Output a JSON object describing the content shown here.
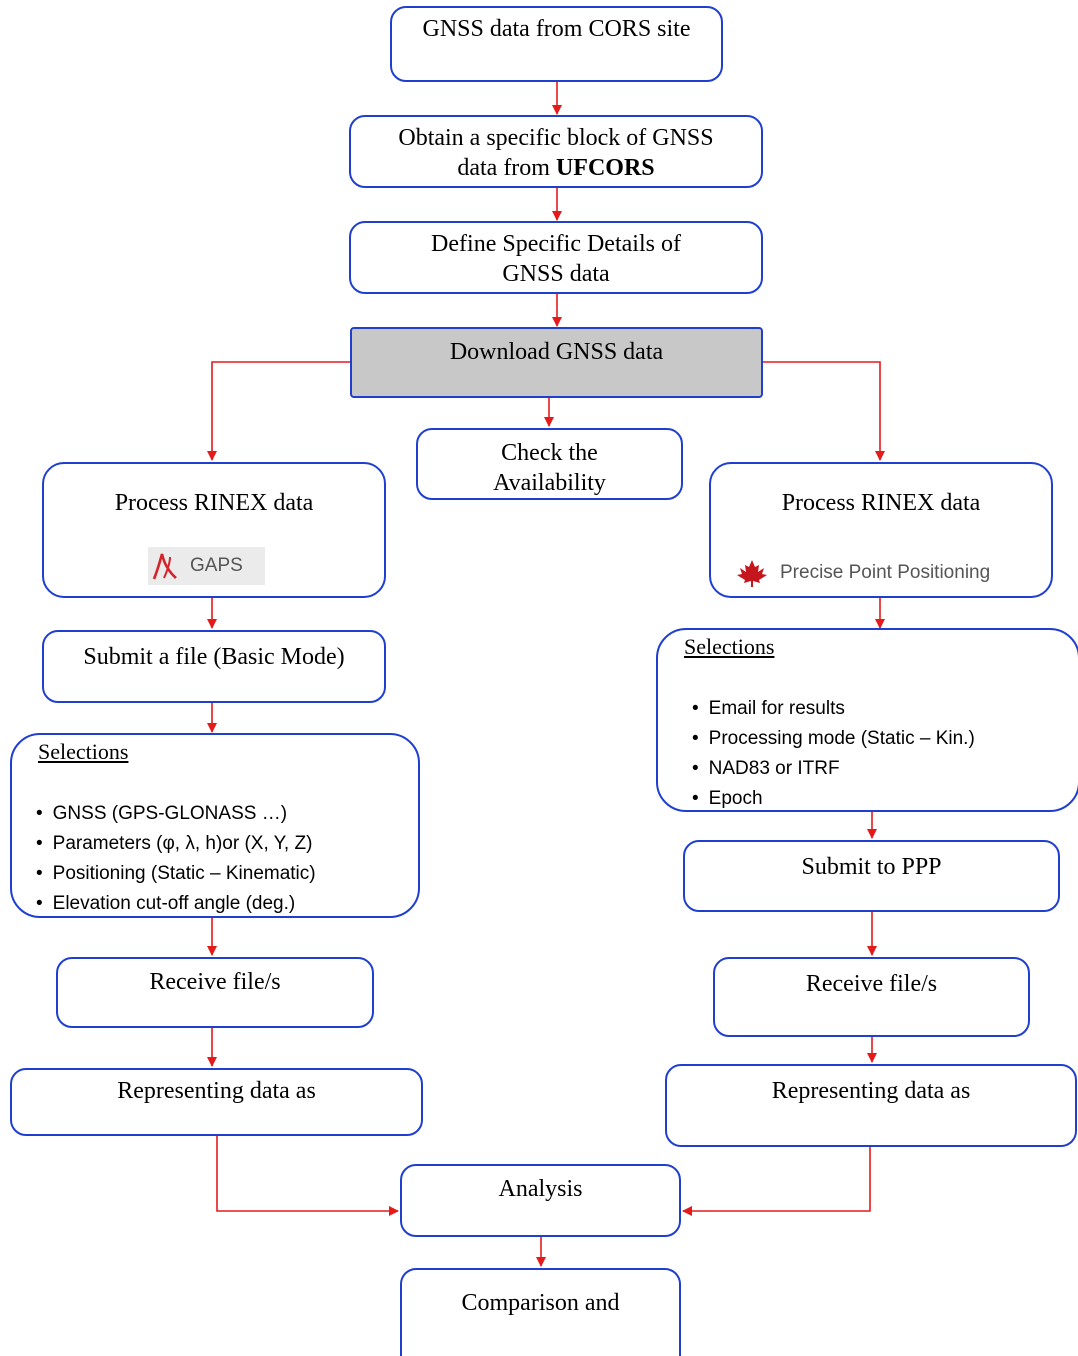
{
  "nodes": {
    "cors": "GNSS data from CORS site",
    "obtain_1": "Obtain a specific block of GNSS",
    "obtain_2": "data from ",
    "obtain_bold": "UFCORS",
    "define": "Define Specific Details of GNSS data",
    "download": "Download GNSS data",
    "check": "Check the Availability",
    "process_left": "Process RINEX data",
    "process_right": "Process RINEX data",
    "gaps_logo": "GAPS",
    "ppp_logo": "Precise Point Positioning",
    "submit_basic": "Submit a file (Basic Mode)",
    "left_selections": {
      "heading": "Selections",
      "items": [
        "GNSS (GPS-GLONASS …)",
        "Parameters (φ, λ, h)or (X, Y, Z)",
        "Positioning (Static – Kinematic)",
        "Elevation cut-off angle (deg.)"
      ]
    },
    "right_selections": {
      "heading": "Selections",
      "items": [
        "Email for results",
        "Processing mode (Static – Kin.)",
        "NAD83 or ITRF",
        "Epoch"
      ]
    },
    "submit_ppp": "Submit to PPP",
    "receive_left": "Receive file/s",
    "receive_right": "Receive file/s",
    "represent_left": "Representing data as",
    "represent_right": "Representing data as",
    "analysis": "Analysis",
    "comparison": "Comparison and"
  },
  "colors": {
    "box_border": "#1f3fd1",
    "arrow": "#e41b1b",
    "download_fill": "#c8c8c8"
  }
}
